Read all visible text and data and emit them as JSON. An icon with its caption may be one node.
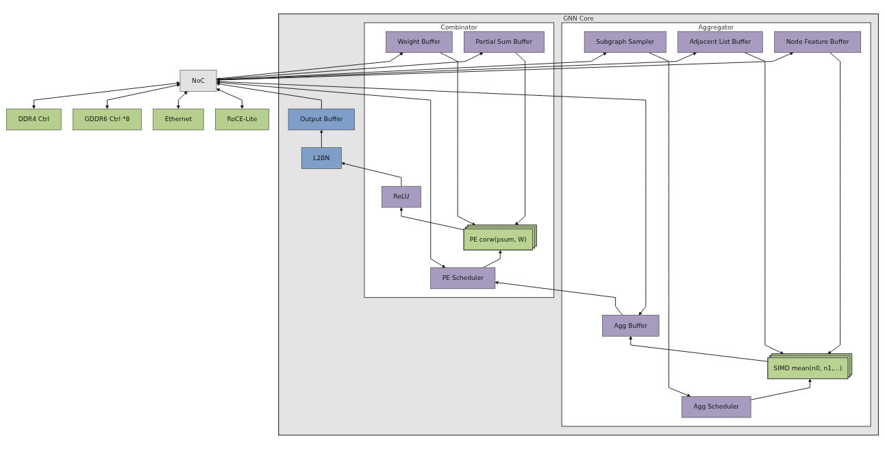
{
  "diagram": {
    "nodes": [
      {
        "text": [
          "GNN Core"
        ]
      },
      {
        "text": [
          "Aggregator"
        ],
        "in": 0
      },
      {
        "text": [
          "Agg Scheduler"
        ],
        "in": 1
      },
      {
        "text": [
          "SIMD mean(n0, n1,...)"
        ],
        "in": 1
      },
      {
        "text": [
          "Agg Buffer"
        ],
        "in": 1
      },
      {
        "text": [
          "Subgraph Sampler"
        ],
        "in": 1
      },
      {
        "text": [
          "Adjacent List Buffer"
        ],
        "in": 1
      },
      {
        "text": [
          "Node Feature Buffer"
        ],
        "in": 1
      },
      {
        "text": [
          "Combinator"
        ],
        "in": 0
      },
      {
        "text": [
          "PE Scheduler"
        ],
        "in": 8
      },
      {
        "text": [
          "PE corw(psum, W)"
        ],
        "in": 8
      },
      {
        "text": [
          "ReLU"
        ],
        "in": 8
      },
      {
        "text": [
          "Weight Buffer"
        ],
        "in": 8
      },
      {
        "text": [
          "Partial Sum Buffer"
        ],
        "in": 8
      },
      {
        "text": [
          "L2BN"
        ],
        "in": 0
      },
      {
        "text": [
          "Output Buffer"
        ],
        "in": 0
      },
      {
        "text": [
          "NoC"
        ]
      },
      {
        "text": [
          "DDR4 Ctrl"
        ]
      },
      {
        "text": [
          "GDDR6 Ctrl *8"
        ]
      },
      {
        "text": [
          "Ethernet"
        ]
      },
      {
        "text": [
          "RoCE-Lite"
        ]
      }
    ],
    "edges": [
      {
        "from": 2,
        "to": 3,
        "arrow": "to"
      },
      {
        "from": 3,
        "to": 4,
        "arrow": "to"
      },
      {
        "from": 4,
        "to": 9,
        "arrow": "to"
      },
      {
        "from": 9,
        "to": 10,
        "arrow": "to"
      },
      {
        "from": 10,
        "to": 11,
        "arrow": "to"
      },
      {
        "from": 11,
        "to": 14,
        "arrow": "to"
      },
      {
        "from": 14,
        "to": 15,
        "arrow": "to"
      },
      {
        "from": 5,
        "to": 2,
        "arrow": "to"
      },
      {
        "from": 6,
        "to": 3,
        "arrow": "to"
      },
      {
        "from": 7,
        "to": 3,
        "arrow": "to"
      },
      {
        "from": 12,
        "to": 10,
        "arrow": "to"
      },
      {
        "from": 13,
        "to": 10,
        "arrow": "to"
      },
      {
        "from": 16,
        "to": 5,
        "arrow": "to"
      },
      {
        "from": 16,
        "to": 6,
        "arrow": "to"
      },
      {
        "from": 16,
        "to": 7,
        "arrow": "to"
      },
      {
        "from": 16,
        "to": 4,
        "arrow": "both"
      },
      {
        "from": 16,
        "to": 9,
        "arrow": "both"
      },
      {
        "from": 16,
        "to": 12,
        "arrow": "to"
      },
      {
        "from": 16,
        "to": 13,
        "arrow": "both"
      },
      {
        "from": 15,
        "to": 16,
        "arrow": "to"
      },
      {
        "from": 17,
        "to": 16,
        "arrow": "both"
      },
      {
        "from": 18,
        "to": 16,
        "arrow": "both"
      },
      {
        "from": 19,
        "to": 16,
        "arrow": "both"
      },
      {
        "from": 20,
        "to": 16,
        "arrow": "both"
      }
    ]
  }
}
